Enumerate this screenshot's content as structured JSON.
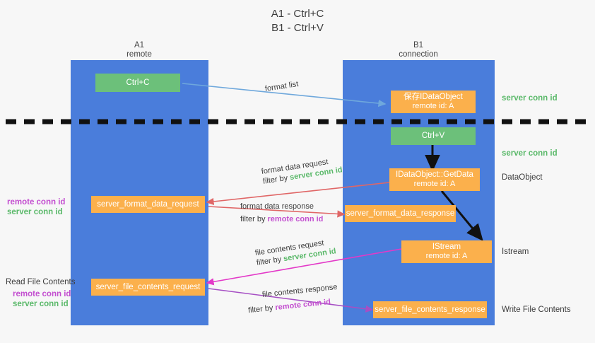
{
  "title": {
    "line1": "A1 - Ctrl+C",
    "line2": "B1 - Ctrl+V"
  },
  "lanes": [
    {
      "name": "A1",
      "sub": "remote"
    },
    {
      "name": "B1",
      "sub": "connection"
    }
  ],
  "nodes": {
    "ctrl_c": {
      "label": "Ctrl+C"
    },
    "ctrl_v": {
      "label": "Ctrl+V"
    },
    "idataobject": {
      "line1": "保存IDataObject",
      "line2": "remote id: A"
    },
    "getdata": {
      "line1": "IDataObject::GetData",
      "line2": "remote id: A"
    },
    "istream": {
      "line1": "IStream",
      "line2": "remote id: A"
    },
    "server_format_data_request": {
      "label": "server_format_data_request"
    },
    "server_format_data_response": {
      "label": "server_format_data_response"
    },
    "server_file_contents_request": {
      "label": "server_file_contents_request"
    },
    "server_file_contents_response": {
      "label": "server_file_contents_response"
    }
  },
  "flows": {
    "format_list": {
      "label": "format list"
    },
    "format_data_request": {
      "label": "format data request",
      "filter_prefix": "filter by",
      "filter_value": "server conn id"
    },
    "format_data_response": {
      "label": "format data response",
      "filter_prefix": "filter by",
      "filter_value": "remote conn id"
    },
    "file_contents_request": {
      "label": "file contents request",
      "filter_prefix": "filter by",
      "filter_value": "server conn id"
    },
    "file_contents_response": {
      "label": "file contents response",
      "filter_prefix": "filter by",
      "filter_value": "remote conn id"
    }
  },
  "annotations": {
    "server_conn_id_top": "server conn id",
    "server_conn_id_mid": "server conn id",
    "dataobject": "DataObject",
    "istream": "Istream",
    "write_file_contents": "Write File Contents",
    "read_file_contents": "Read File Contents",
    "left_remote_conn_id_1": "remote conn id",
    "left_server_conn_id_1": "server conn id",
    "left_remote_conn_id_2": "remote conn id",
    "left_server_conn_id_2": "server conn id"
  },
  "colors": {
    "lane": "#4a7ddb",
    "green_box": "#6cc07a",
    "orange_box": "#fbb04c",
    "green_text": "#5bb96a",
    "purple_text": "#c34fd0",
    "arrow_blue": "#6fa8dc",
    "arrow_red": "#e06666",
    "arrow_magenta": "#e339c8",
    "arrow_purple": "#a64fc4",
    "arrow_dark": "#111111",
    "background": "#f7f7f7"
  }
}
